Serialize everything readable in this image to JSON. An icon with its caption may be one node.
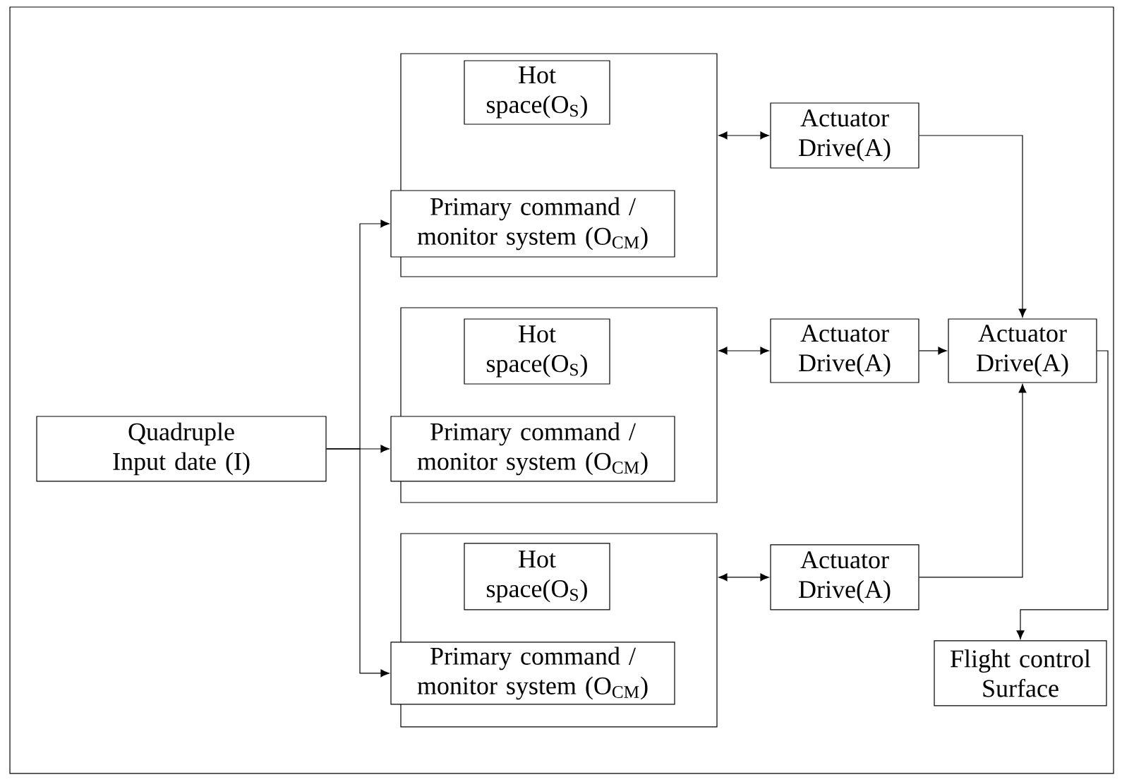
{
  "diagram": {
    "nodes": [
      {
        "text": [
          "Quadruple Input date (I)"
        ]
      },
      {
        "text": [],
        "shape": "box"
      },
      {
        "text": [
          "Hot space(O$_{S}$)"
        ],
        "in": 1
      },
      {
        "text": [
          "Primary command / monitor system (O$_{CM}$)"
        ],
        "in": 1
      },
      {
        "text": [],
        "shape": "box"
      },
      {
        "text": [
          "Hot space(O$_{S}$)"
        ],
        "in": 4
      },
      {
        "text": [
          "Primary command / monitor system (O$_{CM}$)"
        ],
        "in": 4
      },
      {
        "text": [],
        "shape": "box"
      },
      {
        "text": [
          "Hot space(O$_{S}$)"
        ],
        "in": 7
      },
      {
        "text": [
          "Primary command / monitor system (O$_{CM}$)"
        ],
        "in": 7
      },
      {
        "text": [
          "Actuator Drive(A)"
        ]
      },
      {
        "text": [
          "Actuator Drive(A)"
        ]
      },
      {
        "text": [
          "Actuator Drive(A)"
        ]
      },
      {
        "text": [
          "Actuator Drive(A)"
        ]
      },
      {
        "text": [
          "Flight control Surface"
        ]
      }
    ],
    "edges": [
      {
        "from": 0,
        "to": 3,
        "arrow": "to"
      },
      {
        "from": 0,
        "to": 6,
        "arrow": "to"
      },
      {
        "from": 0,
        "to": 9,
        "arrow": "to"
      },
      {
        "from": 1,
        "to": 10,
        "arrow": "both"
      },
      {
        "from": 4,
        "to": 11,
        "arrow": "both"
      },
      {
        "from": 7,
        "to": 13,
        "arrow": "both"
      },
      {
        "from": 10,
        "to": 12,
        "arrow": "to"
      },
      {
        "from": 11,
        "to": 12,
        "arrow": "to"
      },
      {
        "from": 13,
        "to": 12,
        "arrow": "to"
      },
      {
        "from": 12,
        "to": 14,
        "arrow": "to"
      }
    ]
  }
}
